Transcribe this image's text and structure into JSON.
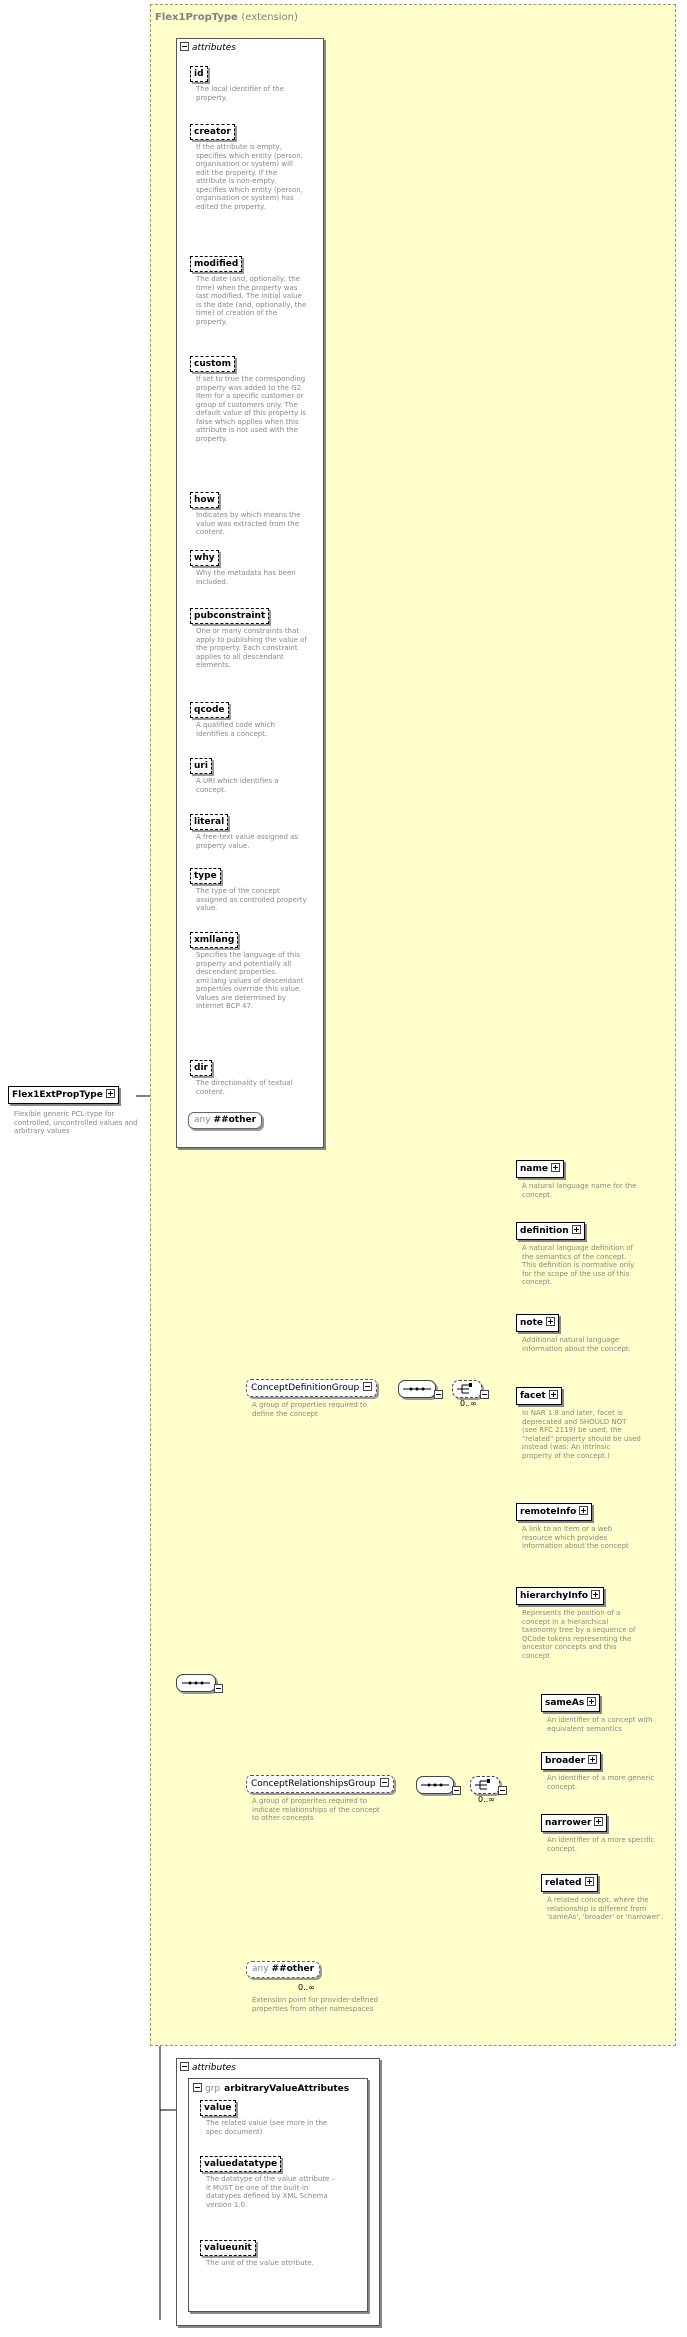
{
  "root": {
    "name": "Flex1ExtPropType",
    "description": "Flexible generic PCL-type for controlled, uncontrolled values and arbitrary values"
  },
  "extension": {
    "name": "Flex1PropType",
    "qualifier": "(extension)"
  },
  "attributes_header": "attributes",
  "attributes": [
    {
      "name": "id",
      "description": "The local identifier of the property."
    },
    {
      "name": "creator",
      "description": "If the attribute is empty, specifies which entity (person, organisation or system) will edit the property. If the attribute is non-empty, specifies which entity (person, organisation or system) has edited the property."
    },
    {
      "name": "modified",
      "description": "The date (and, optionally, the time) when the property was last modified. The initial value is the date (and, optionally, the time) of creation of the property."
    },
    {
      "name": "custom",
      "description": "If set to true the corresponding property was added to the G2 Item for a specific customer or group of customers only. The default value of this property is false which applies when this attribute is not used with the property."
    },
    {
      "name": "how",
      "description": "Indicates by which means the value was extracted from the content."
    },
    {
      "name": "why",
      "description": "Why the metadata has been included."
    },
    {
      "name": "pubconstraint",
      "description": "One or many constraints that apply to publishing the value of the property. Each constraint applies to all descendant elements."
    },
    {
      "name": "qcode",
      "description": "A qualified code which identifies a concept."
    },
    {
      "name": "uri",
      "description": "A URI which identifies a concept."
    },
    {
      "name": "literal",
      "description": "A free-text value assigned as property value."
    },
    {
      "name": "type",
      "description": "The type of the concept assigned as controlled property value."
    },
    {
      "name": "xmllang",
      "description": "Specifies the language of this property and potentially all descendant properties. xml:lang values of descendant properties override this value. Values are determined by Internet BCP 47."
    },
    {
      "name": "dir",
      "description": "The directionality of textual content."
    }
  ],
  "attributes_any": {
    "keyword": "any",
    "name": "##other"
  },
  "concept_definition_group": {
    "name": "ConceptDefinitionGroup",
    "description": "A group of properties required to define the concept",
    "multiplicity": "0..∞",
    "elements": [
      {
        "name": "name",
        "description": "A natural language name for the concept."
      },
      {
        "name": "definition",
        "description": "A natural language definition of the semantics of the concept. This definition is normative only for the scope of the use of this concept."
      },
      {
        "name": "note",
        "description": "Additional natural language information about the concept."
      },
      {
        "name": "facet",
        "description": "In NAR 1.8 and later, facet is deprecated and SHOULD NOT (see RFC 2119) be used, the \"related\" property should be used instead (was: An intrinsic property of the concept.)"
      },
      {
        "name": "remoteInfo",
        "description": "A link to an item or a web resource which provides information about the concept"
      },
      {
        "name": "hierarchyInfo",
        "description": "Represents the position of a concept in a hierarchical taxonomy tree by a sequence of QCode tokens representing the ancestor concepts and this concept"
      }
    ]
  },
  "concept_relationships_group": {
    "name": "ConceptRelationshipsGroup",
    "description": "A group of properites required to indicate relationships of the concept to other concepts",
    "multiplicity": "0..∞",
    "elements": [
      {
        "name": "sameAs",
        "description": "An identifier of a concept with equivalent semantics"
      },
      {
        "name": "broader",
        "description": "An identifier of a more generic concept."
      },
      {
        "name": "narrower",
        "description": "An identifier of a more specific concept."
      },
      {
        "name": "related",
        "description": "A related concept, where the relationship is different from 'sameAs', 'broader' or 'narrower'."
      }
    ]
  },
  "any_other": {
    "keyword": "any",
    "name": "##other",
    "multiplicity": "0..∞",
    "description": "Extension point for provider-defined properties from other namespaces"
  },
  "bottom_attributes_header": "attributes",
  "attribute_group": {
    "keyword": "grp",
    "name": "arbitraryValueAttributes",
    "attributes": [
      {
        "name": "value",
        "description": "The related value (see more in the spec document)"
      },
      {
        "name": "valuedatatype",
        "description": "The datatype of the value attribute – it MUST be one of the built-in datatypes defined by XML Schema version 1.0."
      },
      {
        "name": "valueunit",
        "description": "The unit of the value attribute."
      }
    ]
  },
  "colors": {
    "extension_fill": "#ffffcc",
    "description_text": "#888888",
    "line": "#000000"
  }
}
